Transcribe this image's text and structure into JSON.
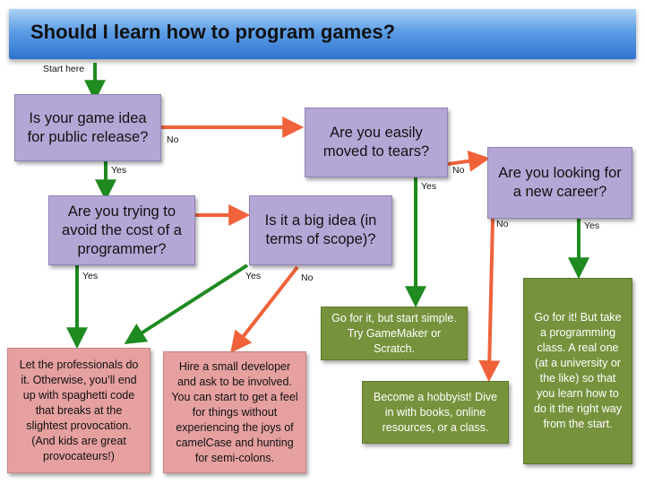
{
  "title": "Should I learn how to program games?",
  "start_label": "Start here",
  "colors": {
    "question": "#b4a7d6",
    "green_result": "#76923c",
    "red_result": "#e6a0a0",
    "yes_arrow": "#1f8a1f",
    "no_arrow": "#f0623a"
  },
  "questions": {
    "public_release": "Is your game idea\nfor public release?",
    "tears": "Are you easily\nmoved to tears?",
    "career": "Are you looking for\na new career?",
    "avoid_cost": "Are you trying to\navoid the cost of a\nprogrammer?",
    "big_idea": "Is it a big idea (in\nterms of scope)?"
  },
  "results": {
    "start_simple": "Go for it, but start simple.\nTry GameMaker or\nScratch.",
    "hobbyist": "Become a hobbyist! Dive\nin with books, online\nresources, or a class.",
    "programming_class": "Go for it! But take\na programming\nclass. A real one\n(at a university or\nthe like) so that\nyou learn how to\ndo it the right way\nfrom the start.",
    "professionals": "Let the professionals do\nit. Otherwise, you’ll end\nup with spaghetti code\nthat breaks at the\nslightest provocation.\n(And kids are great\nprovocateurs!)",
    "small_developer": "Hire a small developer\nand ask to be involved.\nYou can start to get a feel\nfor things without\nexperiencing the joys of\ncamelCase and hunting\nfor semi-colons."
  },
  "edge_labels": {
    "public_no": "No",
    "public_yes": "Yes",
    "tears_yes": "Yes",
    "tears_no": "No",
    "career_no": "No",
    "career_yes": "Yes",
    "avoid_yes": "Yes",
    "big_yes": "Yes",
    "big_no": "No"
  }
}
